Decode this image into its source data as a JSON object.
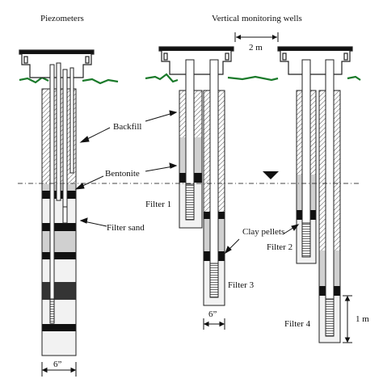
{
  "titles": {
    "piezometers": "Piezometers",
    "wells": "Vertical monitoring wells"
  },
  "labels": {
    "backfill": "Backfill",
    "bentonite": "Bentonite",
    "filter_sand": "Filter sand",
    "clay_pellets": "Clay pellets",
    "filter1": "Filter 1",
    "filter2": "Filter 2",
    "filter3": "Filter 3",
    "filter4": "Filter 4"
  },
  "dimensions": {
    "spacing": "2 m",
    "screen_length": "1 m",
    "diameter_wells": "6”",
    "diameter_piezo": "6”"
  },
  "colors": {
    "ground_line": "#1a7a2a",
    "bentonite": "#111111",
    "backfill": "#d0d0d0",
    "filter_sand": "#f2f2f2",
    "outline": "#222222"
  },
  "icons": {
    "water_table": "water-table-triangle-icon"
  }
}
